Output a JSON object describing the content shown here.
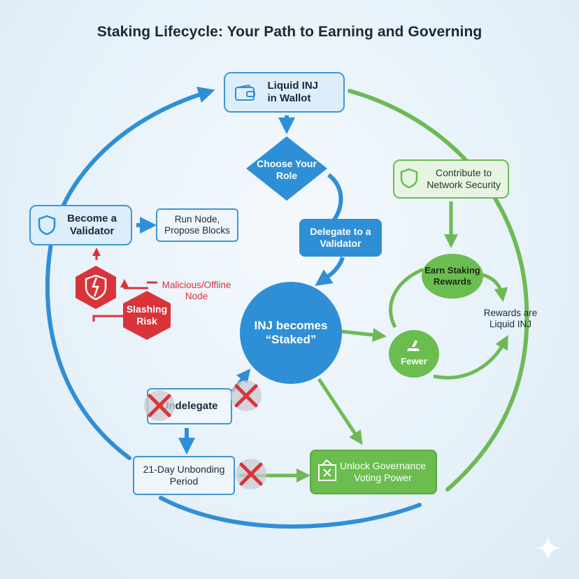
{
  "title": "Staking Lifecycle:  Your Path to Earning and Governing",
  "nodes": {
    "wallet": "Liquid INJ\nin Wallot",
    "choose_role": "Choose Your\nRole",
    "delegate": "Delegate to a\nValidator",
    "contribute": "Contribute to\nNetwork Security",
    "become_validator": "Become a\nValidator",
    "run_node": "Run Node,\nPropose Blocks",
    "malicious": "Malicious/Offline\nNode",
    "slashing": "Slashing\nRisk",
    "staked": "INJ becomes\n“Staked”",
    "earn_rewards": "Earn Staking\nRewards",
    "rewards_liquid": "Rewards are\nLiquid INJ",
    "fewer": "Fewer",
    "undelegate": "Undelegate",
    "unbonding": "21-Day Unbonding\nPeriod",
    "governance": "Unlock Governance\nVoting Power"
  },
  "colors": {
    "blue": "#2f8fd6",
    "green": "#6dba55",
    "red": "#d8343a"
  },
  "icons": [
    "wallet-icon",
    "shield-icon",
    "ballot-box-icon",
    "vote-hand-icon",
    "cross-icon"
  ]
}
